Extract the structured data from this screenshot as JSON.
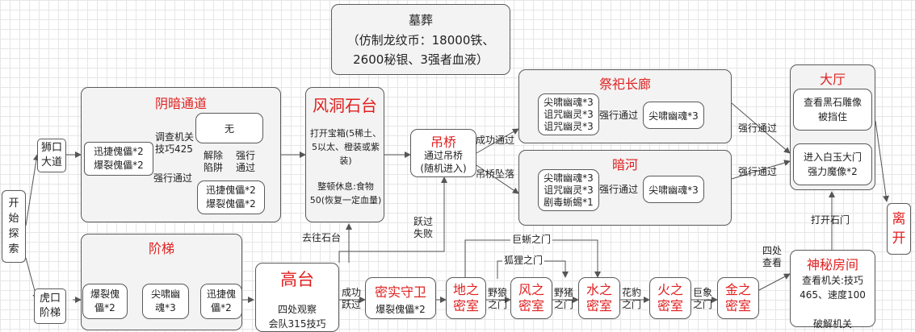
{
  "tomb": {
    "title": "墓葬",
    "body": "（仿制龙纹币：18000铁、\n2600秘银、3强者血液）"
  },
  "start": {
    "label": "开\n始\n探\n索"
  },
  "shikou": {
    "label": "狮口\n大道"
  },
  "hukou": {
    "label": "虎口\n阶梯"
  },
  "yinan": {
    "title": "阴暗通道",
    "enemies_a": "迅捷傀儡*2\n爆裂傀儡*2",
    "investigate": "调查机关\n技巧425",
    "none": "无",
    "disarm": "解除\n陷阱",
    "force": "强行\n通过",
    "force_pass": "强行通过",
    "enemies_b": "迅捷傀儡*2\n爆裂傀儡*2"
  },
  "stairs": {
    "title": "阶梯",
    "e1": "爆裂傀\n儡*2",
    "e2": "尖啸幽\n魂*3",
    "e3": "迅捷傀\n儡*2"
  },
  "wind": {
    "title": "风洞石台",
    "open": "打开宝箱(5稀土、\n5以太、橙装或紫\n装)",
    "rest": "整顿休息:食物\n50(恢复一定血量)"
  },
  "high": {
    "title": "高台",
    "observe": "四处观察",
    "cut": "会队315技巧"
  },
  "goto_stone": "去往石台",
  "bridge": {
    "title": "吊桥",
    "body": "通过吊桥\n(随机进入)"
  },
  "success_pass": "成功通过",
  "bridge_fall": "吊桥坠落",
  "jump_fail": "跃过\n失败",
  "corridor": {
    "title": "祭祀长廊",
    "enemies": "尖啸幽魂*3\n诅咒幽灵*3\n诅咒幽灵*3",
    "force": "强行通过",
    "enemy2": "尖啸幽魂*3"
  },
  "river": {
    "title": "暗河",
    "enemies": "尖啸幽魂*3\n诅咒幽灵*3\n剧毒蜥蜴*1",
    "force": "强行通过",
    "enemy2": "尖啸幽魂*3"
  },
  "force_right_1": "强行通过",
  "force_right_2": "强行通过",
  "hall": {
    "title": "大厅",
    "statue": "查看黑石雕像\n被挡住",
    "jade": "进入白玉大门\n强力魔像*2"
  },
  "open_stone_door": "打开石门",
  "leave": "离\n开",
  "mystery": {
    "title": "神秘房间",
    "body": "查看机关:技巧\n465、速度100",
    "below": "破解机关"
  },
  "look_around": "四处\n查看",
  "guard": {
    "title": "密实守卫",
    "body": "爆裂傀儡*2"
  },
  "success_jump": "成功\n跃过",
  "rooms": [
    {
      "title": "地之\n密室"
    },
    {
      "title": "风之\n密室"
    },
    {
      "title": "水之\n密室"
    },
    {
      "title": "火之\n密室"
    },
    {
      "title": "金之\n密室"
    }
  ],
  "doors": {
    "wild_wolf": "野狼\n之门",
    "wild_boar": "野猪\n之门",
    "leopard": "花豹\n之门",
    "elephant": "巨象\n之门",
    "lizard": "巨蜥之门",
    "fox": "狐狸之门"
  },
  "colors": {
    "accent": "#e02020",
    "stroke": "#555555",
    "fill": "#f3f3f3"
  }
}
